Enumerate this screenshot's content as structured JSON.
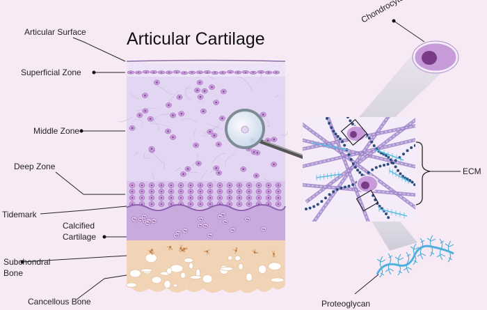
{
  "title": "Articular Cartilage",
  "layers": {
    "articular_surface": "Articular Surface",
    "superficial_zone": "Superficial Zone",
    "middle_zone": "Middle Zone",
    "deep_zone": "Deep Zone",
    "tidemark": "Tidemark",
    "calcified_cartilage_line1": "Calcified",
    "calcified_cartilage_line2": "Cartilage",
    "subchondral_bone_line1": "Subchondral",
    "subchondral_bone_line2": "Bone",
    "cancellous_bone": "Cancellous Bone"
  },
  "inset": {
    "chondrocyte": "Chondrocyte",
    "ecm": "ECM",
    "proteoglycan": "Proteoglycan"
  },
  "colors": {
    "background": "#f7eaf4",
    "cartilage": "#e3d6f3",
    "deep": "#d9c6ec",
    "calcified": "#c7a9dd",
    "bone": "#f2d5b8",
    "cell": "#c89adb",
    "nucleus": "#7b3d86",
    "collagen": "#9b7fc6",
    "beads": "#2b4b7e",
    "proteoglycan": "#5bbcdf"
  }
}
